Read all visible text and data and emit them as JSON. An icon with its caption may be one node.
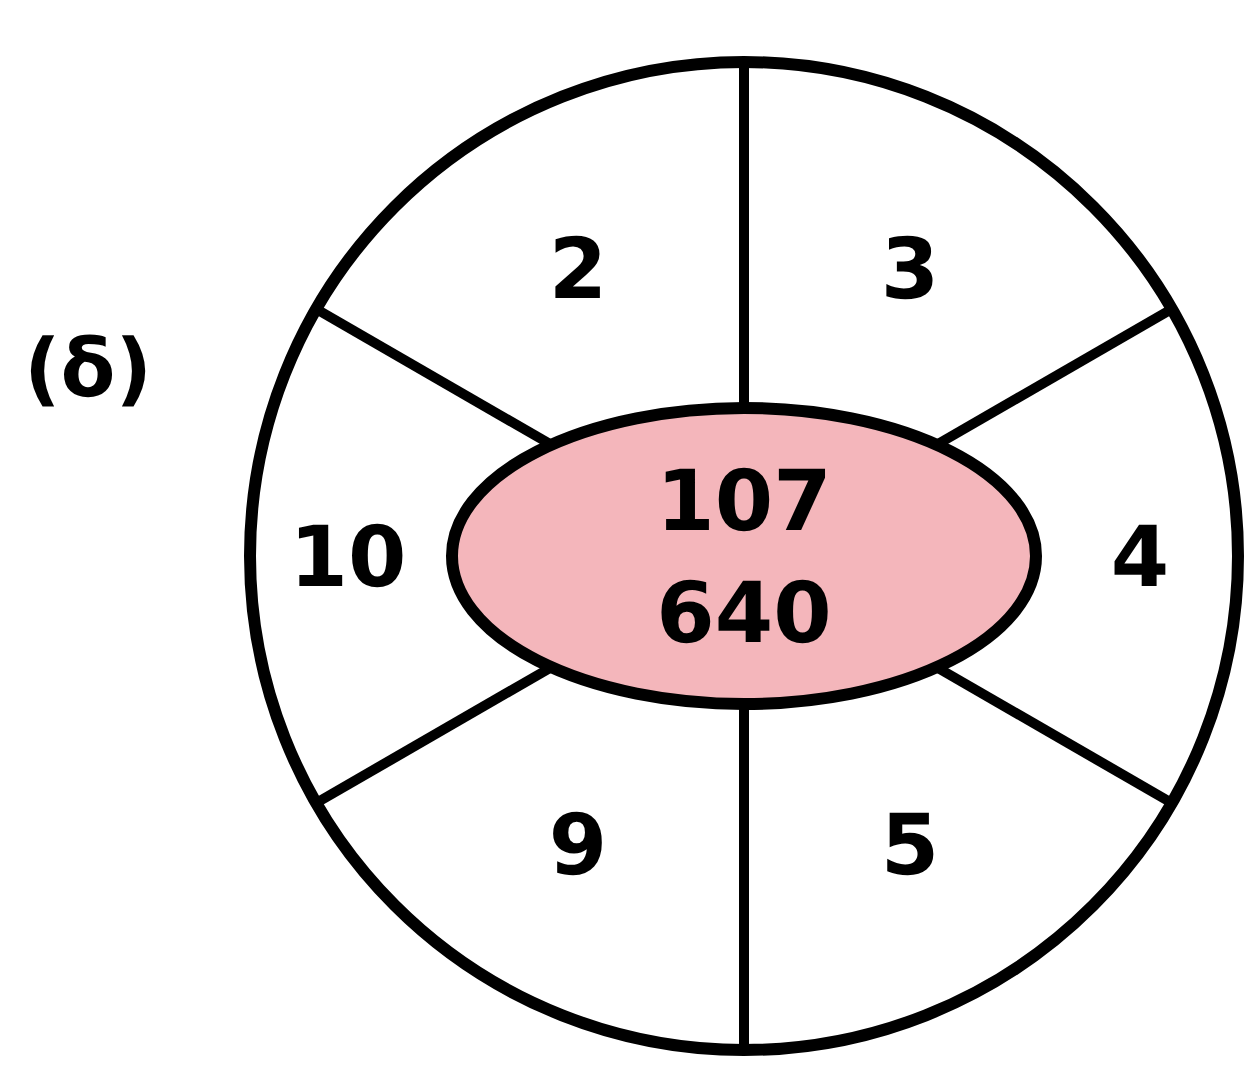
{
  "diagram": {
    "nodes": [
      {
        "text": [],
        "shape": "circle"
      },
      {
        "text": [
          "2"
        ],
        "in": 0
      },
      {
        "text": [
          "3"
        ],
        "in": 0
      },
      {
        "text": [
          "10"
        ],
        "in": 0
      },
      {
        "text": [
          "107",
          "640"
        ],
        "in": 0
      },
      {
        "text": [
          "4"
        ],
        "in": 0
      },
      {
        "text": [
          "9"
        ],
        "in": 0
      },
      {
        "text": [
          "5"
        ],
        "in": 0
      }
    ],
    "edges": [],
    "labels": [
      "(δ)"
    ]
  }
}
